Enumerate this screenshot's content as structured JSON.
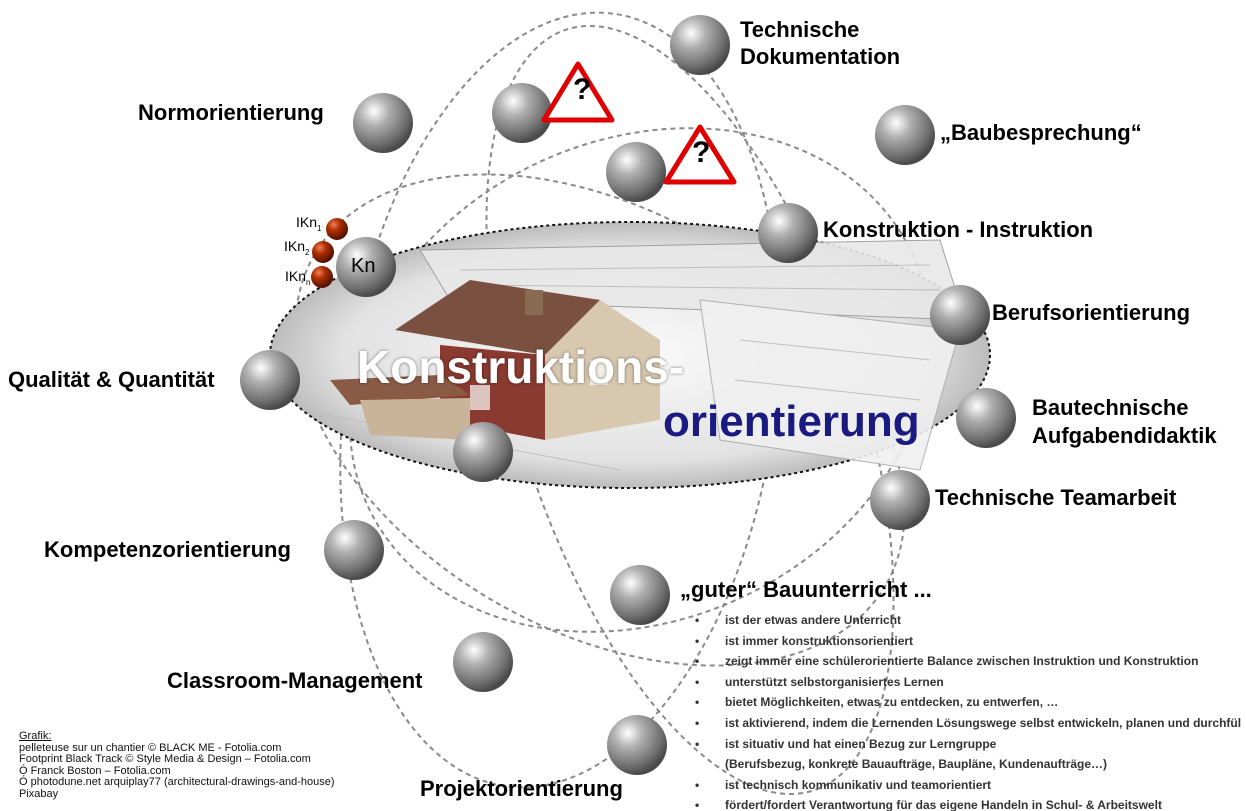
{
  "title": {
    "line1": "Konstruktions-",
    "line2": "orientierung"
  },
  "center_node": "Kn",
  "sub_nodes": [
    {
      "base": "IKn",
      "sub": "1"
    },
    {
      "base": "IKn",
      "sub": "2"
    },
    {
      "base": "IKn",
      "sub": "n"
    }
  ],
  "labels": {
    "normorientierung": "Normorientierung",
    "tech_doku_1": "Technische",
    "tech_doku_2": "Dokumentation",
    "baubesprechung": "„Baubesprechung“",
    "konstruktion_instruktion": "Konstruktion - Instruktion",
    "berufsorientierung": "Berufsorientierung",
    "qualitaet": "Qualität & Quantität",
    "bautechnische_1": "Bautechnische",
    "bautechnische_2": "Aufgabendidaktik",
    "teamarbeit": "Technische Teamarbeit",
    "kompetenz": "Kompetenzorientierung",
    "guter": "„guter“ Bauunterricht ...",
    "classroom": "Classroom-Management",
    "projekt": "Projektorientierung"
  },
  "warning_symbol": "?",
  "bullets": [
    "ist der etwas andere Unterricht",
    "ist immer konstruktionsorientiert",
    "zeigt immer eine schülerorientierte Balance zwischen Instruktion und Konstruktion",
    "unterstützt selbstorganisiertes Lernen",
    "bietet Möglichkeiten, etwas zu entdecken, zu entwerfen, …",
    "ist aktivierend, indem die Lernenden Lösungswege selbst entwickeln, planen und durchfül",
    "ist situativ und hat einen Bezug zur Lerngruppe",
    "(Berufsbezug, konkrete Bauaufträge, Baupläne, Kundenaufträge…)",
    "ist technisch kommunikativ und teamorientiert",
    "fördert/fordert Verantwortung für das eigene Handeln in Schul- & Arbeitswelt"
  ],
  "credits": {
    "heading": "Grafik:",
    "lines": [
      "pelleteuse sur un chantier © BLACK ME - Fotolia.com",
      "Footprint Black Track © Style Media & Design – Fotolia.com",
      "Ó Franck Boston – Fotolia.com",
      "Ó photodune.net arquiplay77 (architectural-drawings-and-house)",
      "Pixabay"
    ]
  },
  "colors": {
    "title_blue": "#1a1a80",
    "warning_red": "#e00000",
    "sub_node_red": "#a02000"
  }
}
